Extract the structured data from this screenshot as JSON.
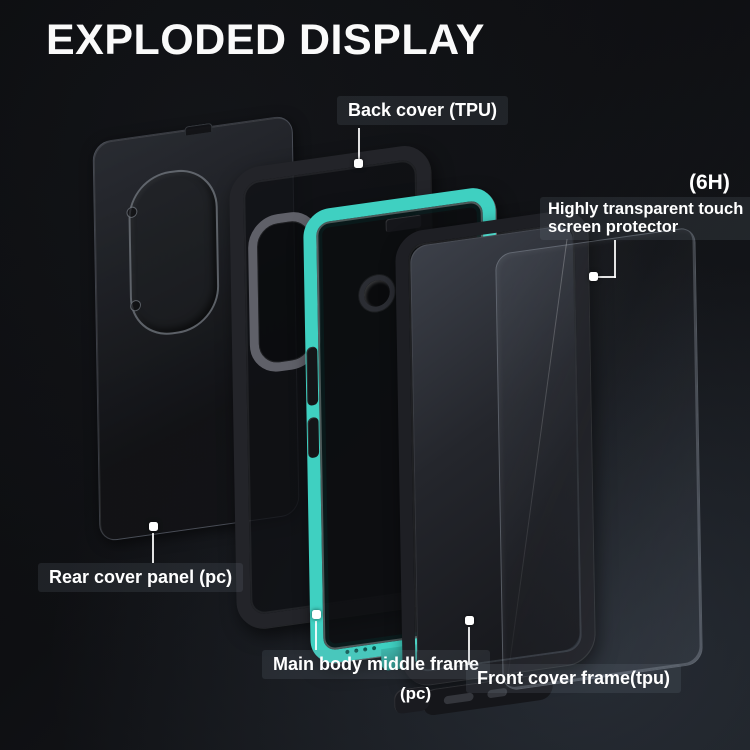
{
  "title": "EXPLODED DISPLAY",
  "callouts": {
    "back_cover": {
      "label": "Back cover (TPU)"
    },
    "screen_protector": {
      "hardness": "(6H)",
      "label": "Highly transparent touch screen protector"
    },
    "rear_cover": {
      "label": "Rear cover panel (pc)"
    },
    "main_body": {
      "label": "Main body middle frame",
      "sub": "(pc)"
    },
    "front_cover": {
      "label": "Front cover frame(tpu)"
    }
  },
  "parts": [
    "rear cover panel (pc)",
    "back cover (TPU)",
    "main body middle frame (pc)",
    "front cover frame (tpu)",
    "highly transparent touch screen protector (6H)"
  ],
  "colors": {
    "accent_teal": "#3fd0c1",
    "frame_black": "#1e1f24",
    "background": "#0e0f12",
    "label_text": "#ffffff"
  }
}
